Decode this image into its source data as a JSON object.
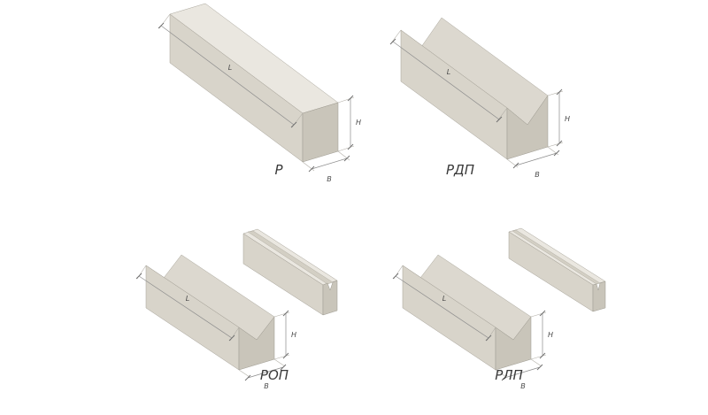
{
  "page": {
    "background": "#ffffff"
  },
  "colors": {
    "face_top": "#eae7e0",
    "face_side": "#d8d4ca",
    "face_end": "#c9c5ba",
    "dim_line": "#8c8c8c",
    "caption_text": "#3a3a3a"
  },
  "figures": [
    {
      "id": "p",
      "caption": "Р",
      "dims": {
        "l": "L",
        "h": "H",
        "b": "B"
      }
    },
    {
      "id": "rdp",
      "caption": "РДП",
      "dims": {
        "l": "L",
        "h": "H",
        "b": "B"
      }
    },
    {
      "id": "rop",
      "caption": "РОП",
      "dims": {
        "l": "L",
        "h": "H",
        "b": "B"
      }
    },
    {
      "id": "rlp",
      "caption": "РЛП",
      "dims": {
        "l": "L",
        "h": "H",
        "b": "B"
      }
    }
  ]
}
